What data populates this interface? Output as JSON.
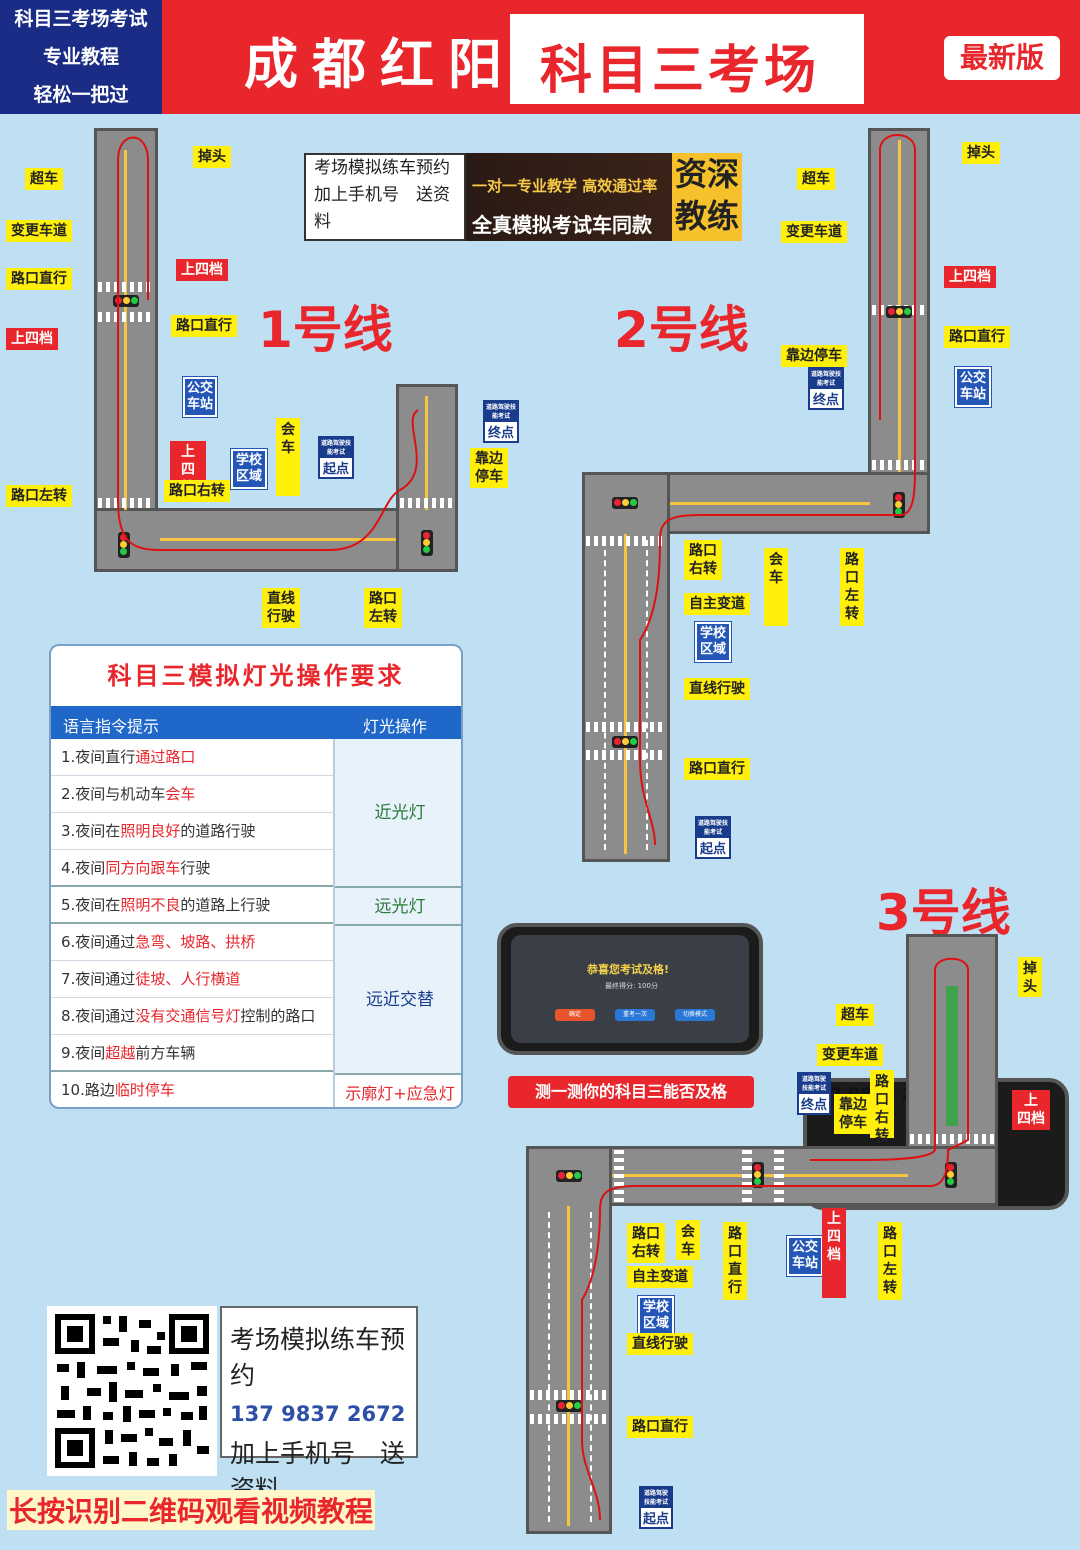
{
  "header": {
    "left_lines": [
      "科目三考场考试",
      "专业教程",
      "轻松一把过"
    ],
    "title": "成都红阳",
    "subtitle": "科目三考场",
    "badge": "最新版"
  },
  "promo": {
    "line1": "考场模拟练车预约",
    "phone": "137 9837 2672",
    "line3": "加上手机号　送资料",
    "dark_line1": "一对一专业教学 高效通过率",
    "dark_line2": "全真模拟考试车同款",
    "yellow_text": "资深教练"
  },
  "routes": {
    "r1": "1号线",
    "r2": "2号线",
    "r3": "3号线"
  },
  "labels": {
    "uturn": "掉头",
    "overtake": "超车",
    "change_lane": "变更车道",
    "straight": "路口直行",
    "gear4": "上四档",
    "gear4_split": "上\n四档",
    "left_turn": "路口左转",
    "right_turn": "路口右转",
    "bus": "公交\n车站",
    "school": "学校\n区域",
    "meet": "会车",
    "start": "起点",
    "end": "终点",
    "pull_over": "靠边\n停车",
    "pull_over_one": "靠边停车",
    "straight_drive": "直线\n行驶",
    "straight_drive_one": "直线行驶",
    "cross_left": "路口\n左转",
    "cross_right": "路口\n右转",
    "self_lane": "自主变道",
    "sign_head": "道路驾驶技能考试"
  },
  "table": {
    "title": "科目三模拟灯光操作要求",
    "col1": "语言指令提示",
    "col2": "灯光操作",
    "rows": [
      {
        "pre": "1.夜间直行",
        "hl": "通过路口",
        "post": ""
      },
      {
        "pre": "2.夜间与机动车",
        "hl": "会车",
        "post": ""
      },
      {
        "pre": "3.夜间在",
        "hl": "照明良好",
        "post": "的道路行驶"
      },
      {
        "pre": "4.夜间",
        "hl": "同方向跟车",
        "post": "行驶"
      },
      {
        "pre": "5.夜间在",
        "hl": "照明不良",
        "post": "的道路上行驶"
      },
      {
        "pre": "6.夜间通过",
        "hl": "急弯、坡路、拱桥",
        "post": ""
      },
      {
        "pre": "7.夜间通过",
        "hl": "徒坡、人行横道",
        "post": ""
      },
      {
        "pre": "8.夜间通过",
        "hl": "没有交通信号灯",
        "post": "控制的路口"
      },
      {
        "pre": "9.夜间",
        "hl": "超越",
        "post": "前方车辆"
      },
      {
        "pre": "10.路边",
        "hl": "临时停车",
        "post": ""
      }
    ],
    "ops": [
      "近光灯",
      "远光灯",
      "远近交替",
      "示廓灯+应急灯"
    ]
  },
  "phone": {
    "msg": "恭喜您考试及格!",
    "sub": "最终得分: 100分",
    "btn1": "确定",
    "btn2": "重考一次",
    "btn3": "切换模式"
  },
  "cta": "测一测你的科目三能否及格",
  "qr_card": {
    "a": "考场模拟练车预约",
    "b": "137 9837 2672",
    "c": "加上手机号　送资料"
  },
  "bottom_text": "长按识别二维码观看视频教程",
  "colors": {
    "red": "#e8262b",
    "navy": "#1a2c86",
    "yellow": "#ffef0a",
    "road": "#8c8c8c",
    "sky": "#bfe0f3"
  }
}
